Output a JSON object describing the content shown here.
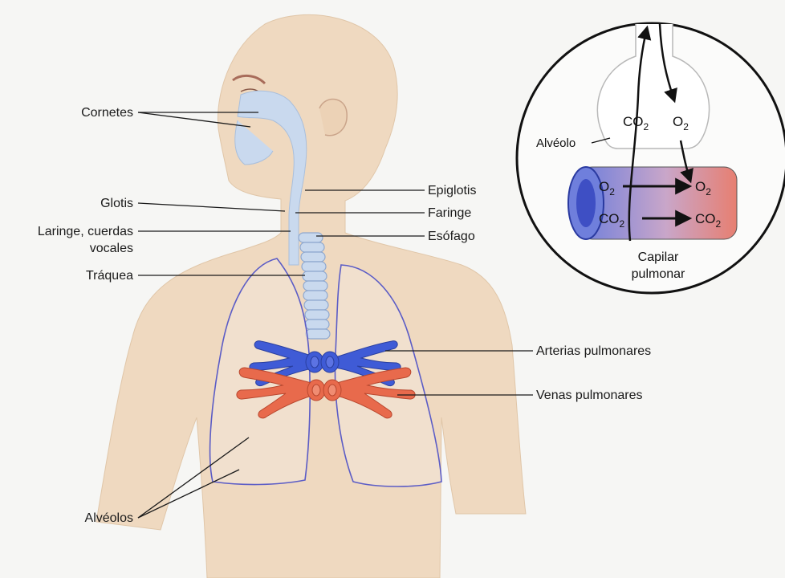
{
  "labels": {
    "cornetes": "Cornetes",
    "glotis": "Glotis",
    "laringe_line1": "Laringe, cuerdas",
    "laringe_line2": "vocales",
    "traquea": "Tráquea",
    "alveolos": "Alvéolos",
    "epiglotis": "Epiglotis",
    "faringe": "Faringe",
    "esofago": "Esófago",
    "arterias": "Arterias pulmonares",
    "venas": "Venas pulmonares"
  },
  "inset": {
    "alveolo": "Alvéolo",
    "capilar_line1": "Capilar",
    "capilar_line2": "pulmonar",
    "co2": "CO",
    "o2": "O",
    "subscript": "2"
  },
  "colors": {
    "skin": "#efd9c0",
    "airway": "#c9d9ee",
    "artery": "#3f5bd6",
    "vein": "#e86a4c",
    "lung_outline": "#5b5cc6"
  }
}
